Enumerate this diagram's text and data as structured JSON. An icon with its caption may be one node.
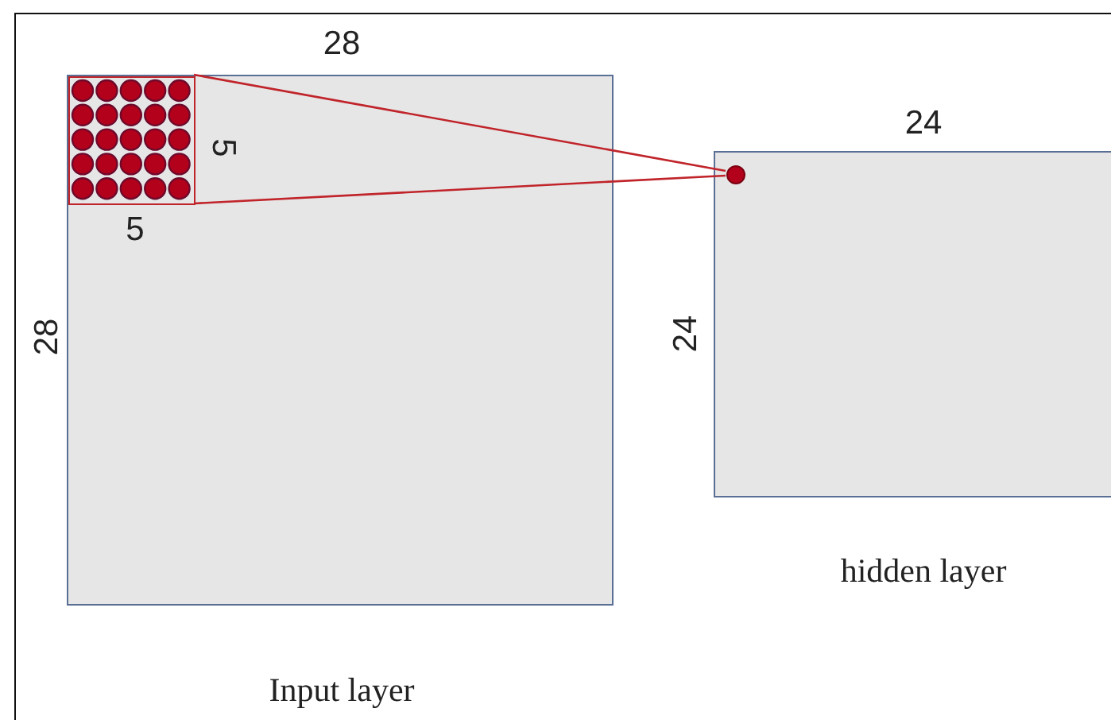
{
  "diagram": {
    "nodes": [
      {
        "text": [
          "Input layer"
        ]
      },
      {
        "text": [],
        "shape": "box",
        "in": 0
      },
      {
        "text": [
          "hidden layer"
        ]
      },
      {
        "text": [],
        "shape": "circle",
        "in": 2
      }
    ],
    "edges": [
      {
        "from": 1,
        "to": 3,
        "arrow": "none"
      },
      {
        "from": 1,
        "to": 3,
        "arrow": "none"
      }
    ],
    "labels": [
      "28",
      "5",
      "5",
      "24",
      "28",
      "24"
    ]
  }
}
